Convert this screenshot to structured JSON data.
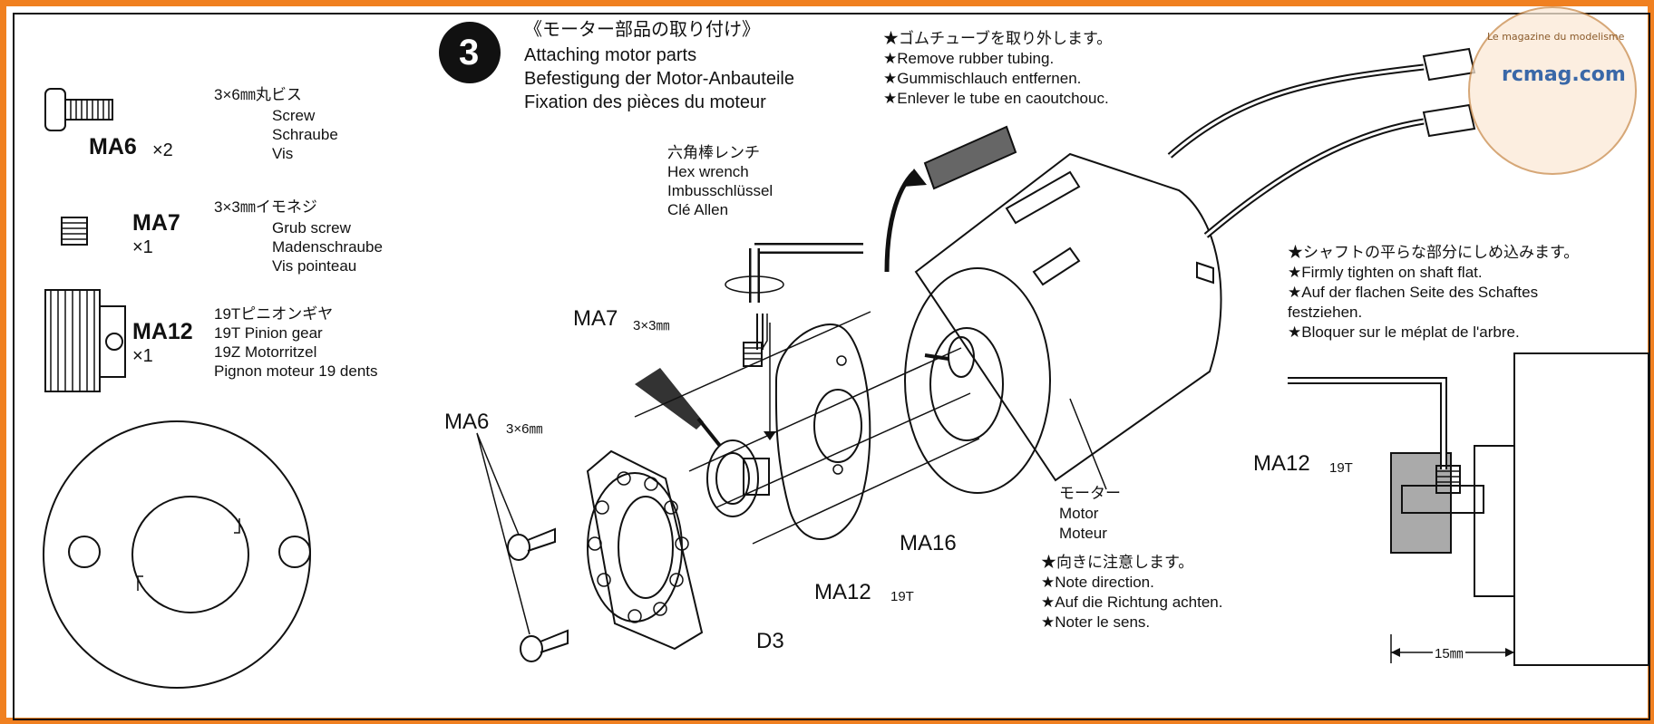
{
  "parts": {
    "ma6": {
      "code": "MA6",
      "qty": "×2",
      "jp": "3×6㎜丸ビス",
      "en": "Screw",
      "de": "Schraube",
      "fr": "Vis"
    },
    "ma7": {
      "code": "MA7",
      "qty": "×1",
      "jp": "3×3㎜イモネジ",
      "en": "Grub screw",
      "de": "Madenschraube",
      "fr": "Vis pointeau"
    },
    "ma12": {
      "code": "MA12",
      "qty": "×1",
      "jp": "19Tピニオンギヤ",
      "en": "19T Pinion gear",
      "de": "19Z Motorritzel",
      "fr": "Pignon moteur 19 dents"
    }
  },
  "step": {
    "number": "3",
    "jp": "《モーター部品の取り付け》",
    "en": "Attaching motor parts",
    "de": "Befestigung der Motor-Anbauteile",
    "fr": "Fixation des pièces du moteur"
  },
  "hex": {
    "jp": "六角棒レンチ",
    "en": "Hex wrench",
    "de": "Imbusschlüssel",
    "fr": "Clé Allen"
  },
  "rubber": {
    "jp": "★ゴムチューブを取り外します。",
    "en": "★Remove rubber tubing.",
    "de": "★Gummischlauch entfernen.",
    "fr": "★Enlever le tube en caoutchouc."
  },
  "shaft": {
    "jp": "★シャフトの平らな部分にしめ込みます。",
    "en": "★Firmly tighten on shaft flat.",
    "de1": "★Auf der flachen Seite des Schaftes",
    "de2": "festziehen.",
    "fr": "★Bloquer sur le méplat de l'arbre."
  },
  "motor": {
    "jp": "モーター",
    "en": "Motor",
    "fr": "Moteur"
  },
  "direction": {
    "jp": "★向きに注意します。",
    "en": "★Note direction.",
    "de": "★Auf die Richtung achten.",
    "fr": "★Noter le sens."
  },
  "labels": {
    "ma7": "MA7",
    "ma7_size": "3×3㎜",
    "ma6": "MA6",
    "ma6_size": "3×6㎜",
    "ma12": "MA12",
    "ma12_size": "19T",
    "ma16": "MA16",
    "d3": "D3",
    "detail_ma12": "MA12",
    "detail_ma12_size": "19T",
    "dimension": "15㎜"
  },
  "watermark": {
    "site": "rcmag.com",
    "tagline": "Le magazine du modelisme"
  }
}
